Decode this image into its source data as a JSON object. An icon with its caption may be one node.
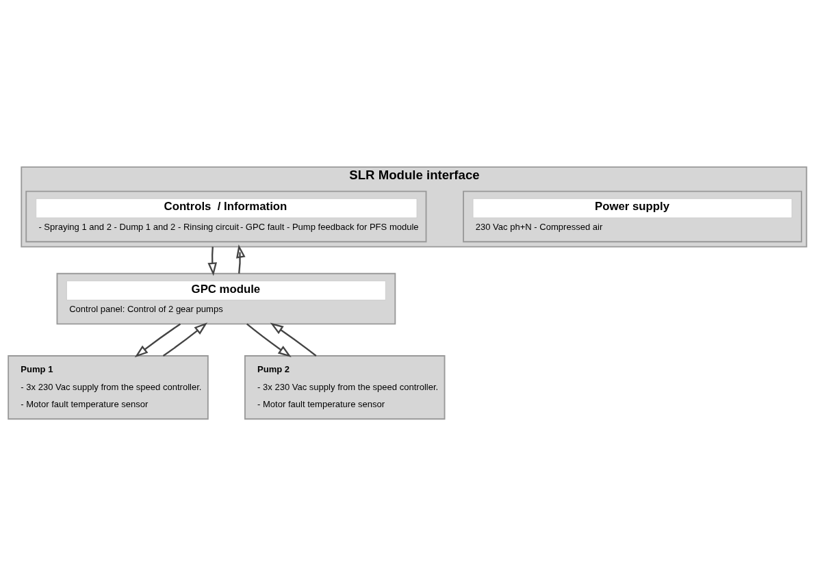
{
  "diagram": {
    "nodes": [
      {
        "text": [
          "SLR Module interface"
        ]
      },
      {
        "text": [
          "Power supply",
          "230 Vac ph+N - Compressed air"
        ],
        "in": 0
      },
      {
        "text": [
          "Controls  / Information",
          "- Spraying 1 and 2 - Dump 1 and 2 - Rinsing circuit",
          "- GPC fault - Pump feedback for PFS module"
        ],
        "in": 0
      },
      {
        "text": [
          "GPC module",
          "Control panel: Control of 2 gear pumps"
        ]
      },
      {
        "text": [
          "Pump 1",
          "- 3x 230 Vac supply from the speed controller.",
          "- Motor fault temperature sensor"
        ]
      },
      {
        "text": [
          "Pump 2",
          "- 3x 230 Vac supply from the speed controller.",
          "- Motor fault temperature sensor"
        ]
      }
    ],
    "edges": [
      {
        "from": 0,
        "to": 3,
        "arrow": "to"
      },
      {
        "from": 3,
        "to": 0,
        "arrow": "to"
      },
      {
        "from": 3,
        "to": 4,
        "arrow": "to"
      },
      {
        "from": 4,
        "to": 3,
        "arrow": "to"
      },
      {
        "from": 3,
        "to": 5,
        "arrow": "to"
      },
      {
        "from": 5,
        "to": 3,
        "arrow": "to"
      }
    ]
  }
}
